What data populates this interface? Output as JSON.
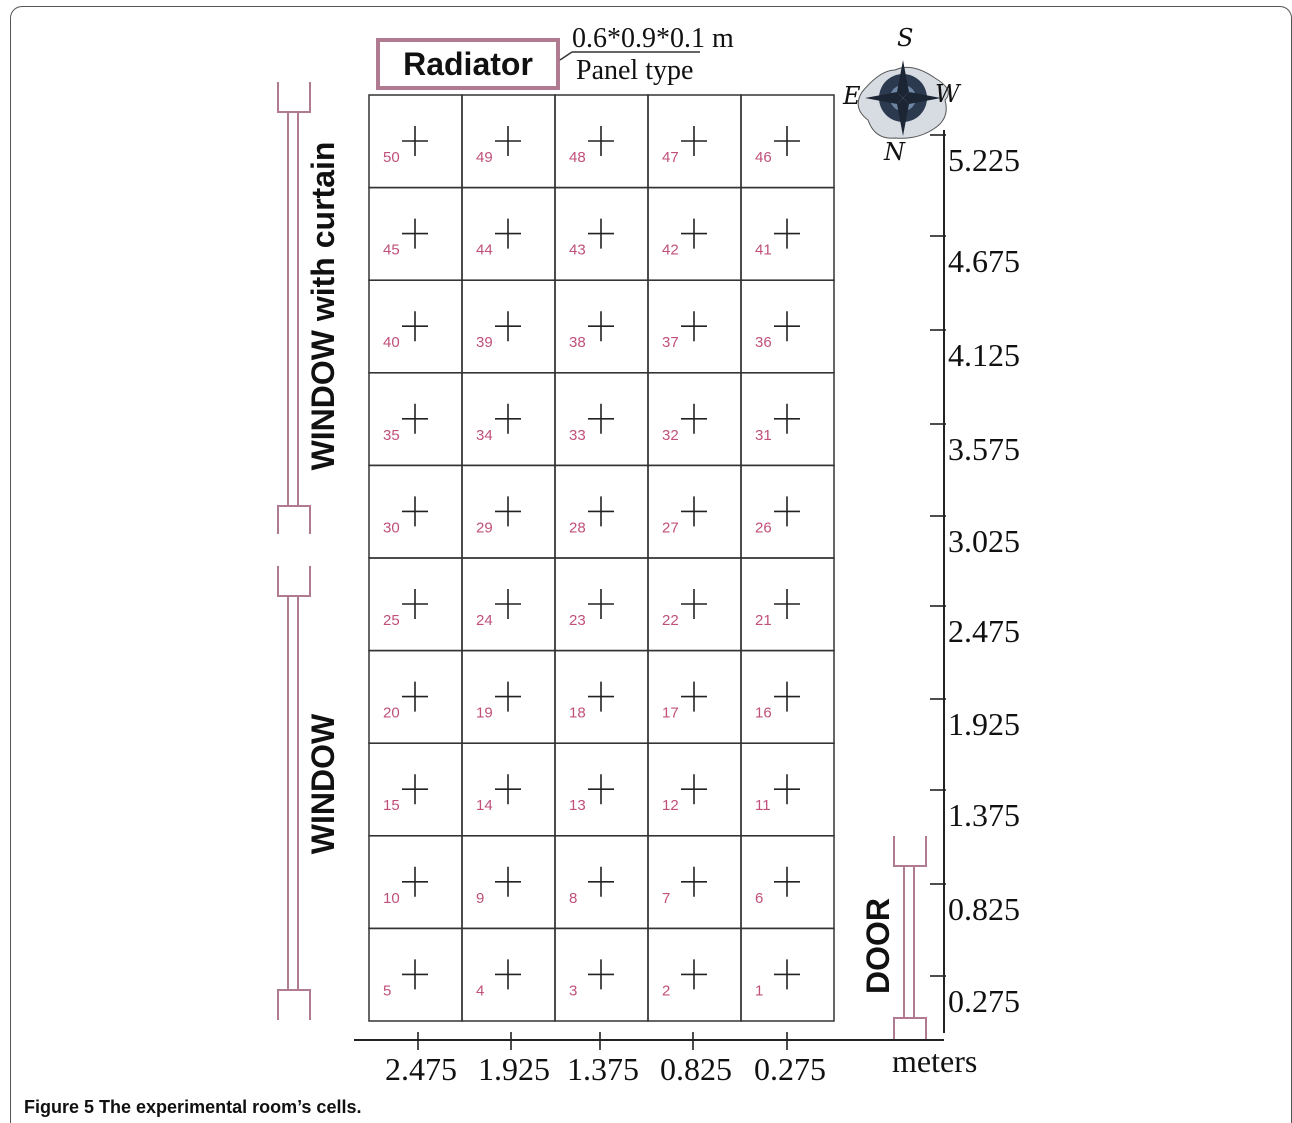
{
  "radiator": {
    "label": "Radiator",
    "size": "0.6*0.9*0.1 m",
    "type": "Panel type"
  },
  "walls": {
    "window_curtain": "WINDOW with curtain",
    "window": "WINDOW",
    "door": "DOOR"
  },
  "compass": {
    "s": "S",
    "e": "E",
    "w": "W",
    "n": "N"
  },
  "grid": {
    "rows": [
      [
        50,
        49,
        48,
        47,
        46
      ],
      [
        45,
        44,
        43,
        42,
        41
      ],
      [
        40,
        39,
        38,
        37,
        36
      ],
      [
        35,
        34,
        33,
        32,
        31
      ],
      [
        30,
        29,
        28,
        27,
        26
      ],
      [
        25,
        24,
        23,
        22,
        21
      ],
      [
        20,
        19,
        18,
        17,
        16
      ],
      [
        15,
        14,
        13,
        12,
        11
      ],
      [
        10,
        9,
        8,
        7,
        6
      ],
      [
        5,
        4,
        3,
        2,
        1
      ]
    ]
  },
  "x_axis": {
    "ticks": [
      "2.475",
      "1.925",
      "1.375",
      "0.825",
      "0.275"
    ],
    "unit": "meters"
  },
  "y_axis": {
    "ticks": [
      "5.225",
      "4.675",
      "4.125",
      "3.575",
      "3.025",
      "2.475",
      "1.925",
      "1.375",
      "0.825",
      "0.275"
    ]
  },
  "caption": {
    "label": "Figure 5",
    "text": "The experimental room’s cells."
  }
}
